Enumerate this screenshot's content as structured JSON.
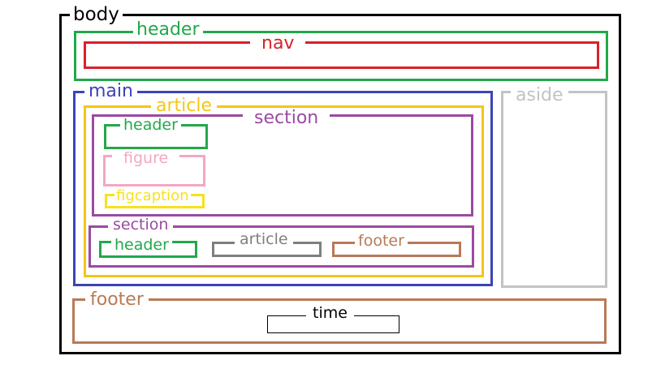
{
  "diagram": {
    "body": {
      "label": "body",
      "color": "#000000"
    },
    "page_header": {
      "label": "header",
      "color": "#22a84a"
    },
    "nav": {
      "label": "nav",
      "color": "#d9212b"
    },
    "main": {
      "label": "main",
      "color": "#3b44b8"
    },
    "aside": {
      "label": "aside",
      "color": "#c3c3c3"
    },
    "article": {
      "label": "article",
      "color": "#f5c518"
    },
    "section_top": {
      "label": "section",
      "color": "#9b4aa2"
    },
    "section_header": {
      "label": "header",
      "color": "#22a84a"
    },
    "figure": {
      "label": "figure",
      "color": "#f4a7c2"
    },
    "figcaption": {
      "label": "figcaption",
      "color": "#f7e21b"
    },
    "section_bottom": {
      "label": "section",
      "color": "#9b4aa2"
    },
    "inner_header": {
      "label": "header",
      "color": "#22a84a"
    },
    "inner_article": {
      "label": "article",
      "color": "#7f7f7f"
    },
    "inner_footer": {
      "label": "footer",
      "color": "#b97a56"
    },
    "page_footer": {
      "label": "footer",
      "color": "#b97a56"
    },
    "time": {
      "label": "time",
      "color": "#000000"
    }
  }
}
